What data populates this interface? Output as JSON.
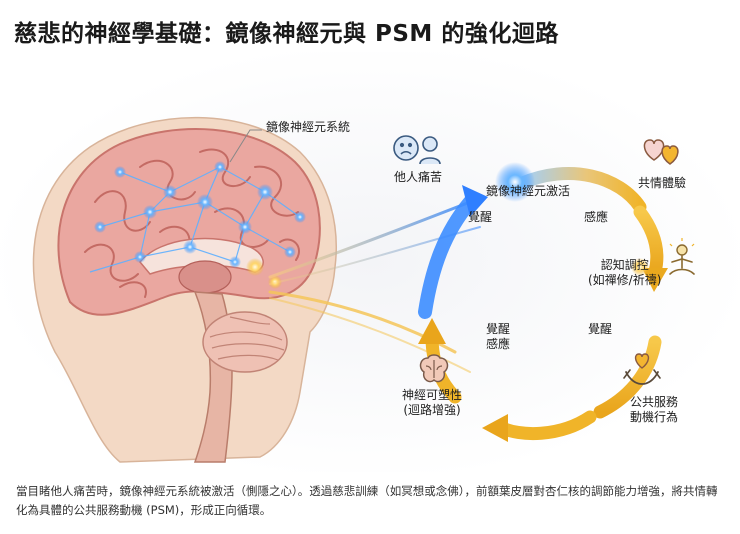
{
  "title": "慈悲的神經學基礎：鏡像神經元與 PSM 的強化迴路",
  "brain_label": "鏡像神經元系統",
  "nodes": {
    "suffering": "他人痛苦",
    "activation": "鏡像神經元激活",
    "empathy": "共情體驗",
    "regulation_line1": "認知調控",
    "regulation_line2": "(如禪修/祈禱)",
    "psm_line1": "公共服務",
    "psm_line2": "動機行為",
    "plasticity_line1": "神經可塑性",
    "plasticity_line2": "(迴路增強)"
  },
  "arrows": {
    "awareness_top": "覺醒",
    "feeling_top": "感應",
    "awareness_right": "覺醒",
    "awareness_left": "覺醒",
    "feeling_left": "感應"
  },
  "caption": "當目睹他人痛苦時，鏡像神經元系統被激活（惻隱之心）。透過慈悲訓練（如冥想或念佛），前額葉皮層對杏仁核的調節能力增強，將共情轉化為具體的公共服務動機 (PSM)，形成正向循環。",
  "colors": {
    "blue_glow": "#2f8bff",
    "gold": "#f0b429",
    "brain_pink": "#e9a6a0",
    "skull": "#f1d7c2"
  },
  "icons": [
    "sad-faces-icon",
    "hearts-hands-icon",
    "meditation-icon",
    "helping-hands-icon",
    "brain-icon"
  ]
}
